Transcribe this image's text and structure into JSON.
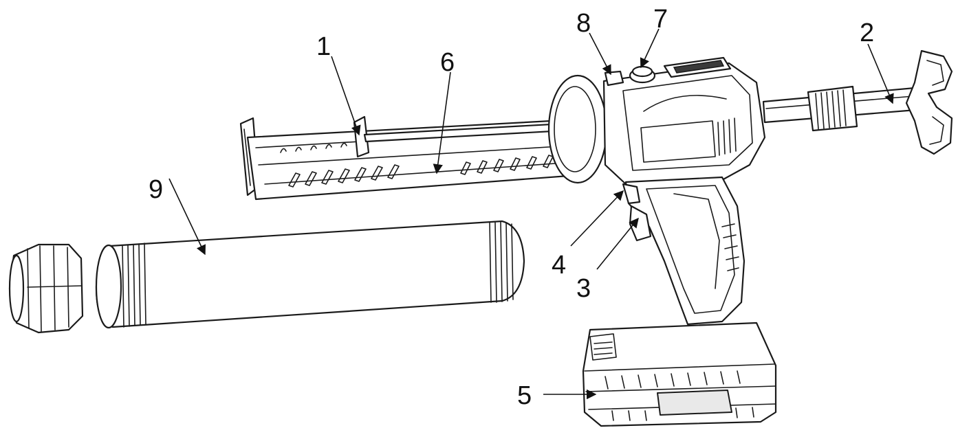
{
  "diagram": {
    "callouts": [
      {
        "id": "callout-1",
        "text": "1"
      },
      {
        "id": "callout-2",
        "text": "2"
      },
      {
        "id": "callout-3",
        "text": "3"
      },
      {
        "id": "callout-4",
        "text": "4"
      },
      {
        "id": "callout-5",
        "text": "5"
      },
      {
        "id": "callout-6",
        "text": "6"
      },
      {
        "id": "callout-7",
        "text": "7"
      },
      {
        "id": "callout-8",
        "text": "8"
      },
      {
        "id": "callout-9",
        "text": "9"
      }
    ]
  }
}
